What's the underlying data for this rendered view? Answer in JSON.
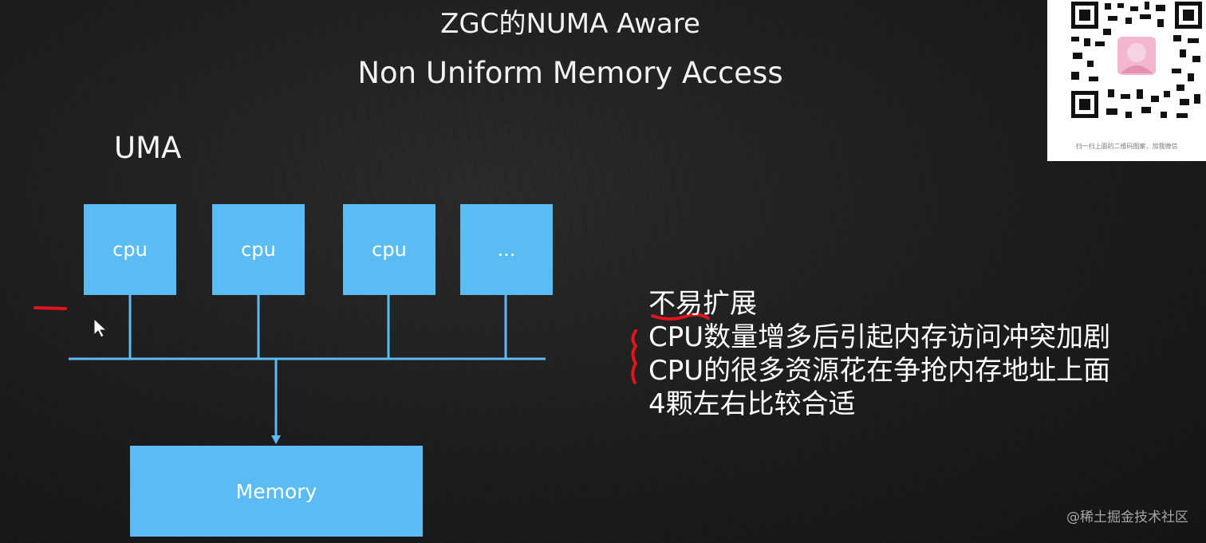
{
  "slide": {
    "title": "ZGC的NUMA Aware",
    "subtitle": "Non Uniform Memory Access"
  },
  "diagram": {
    "section_label": "UMA",
    "cpus": [
      {
        "label": "cpu"
      },
      {
        "label": "cpu"
      },
      {
        "label": "cpu"
      },
      {
        "label": "..."
      }
    ],
    "memory_label": "Memory",
    "box_color": "#5bbcf3",
    "line_color": "#5bbcf3"
  },
  "notes": [
    "不易扩展",
    "CPU数量增多后引起内存访问冲突加剧",
    "CPU的很多资源花在争抢内存地址上面",
    "4颗左右比较合适"
  ],
  "annotation_color": "#e0141c",
  "qr_panel": {
    "caption": "扫一扫上面的二维码图案，加我微信"
  },
  "watermark": "@稀土掘金技术社区"
}
